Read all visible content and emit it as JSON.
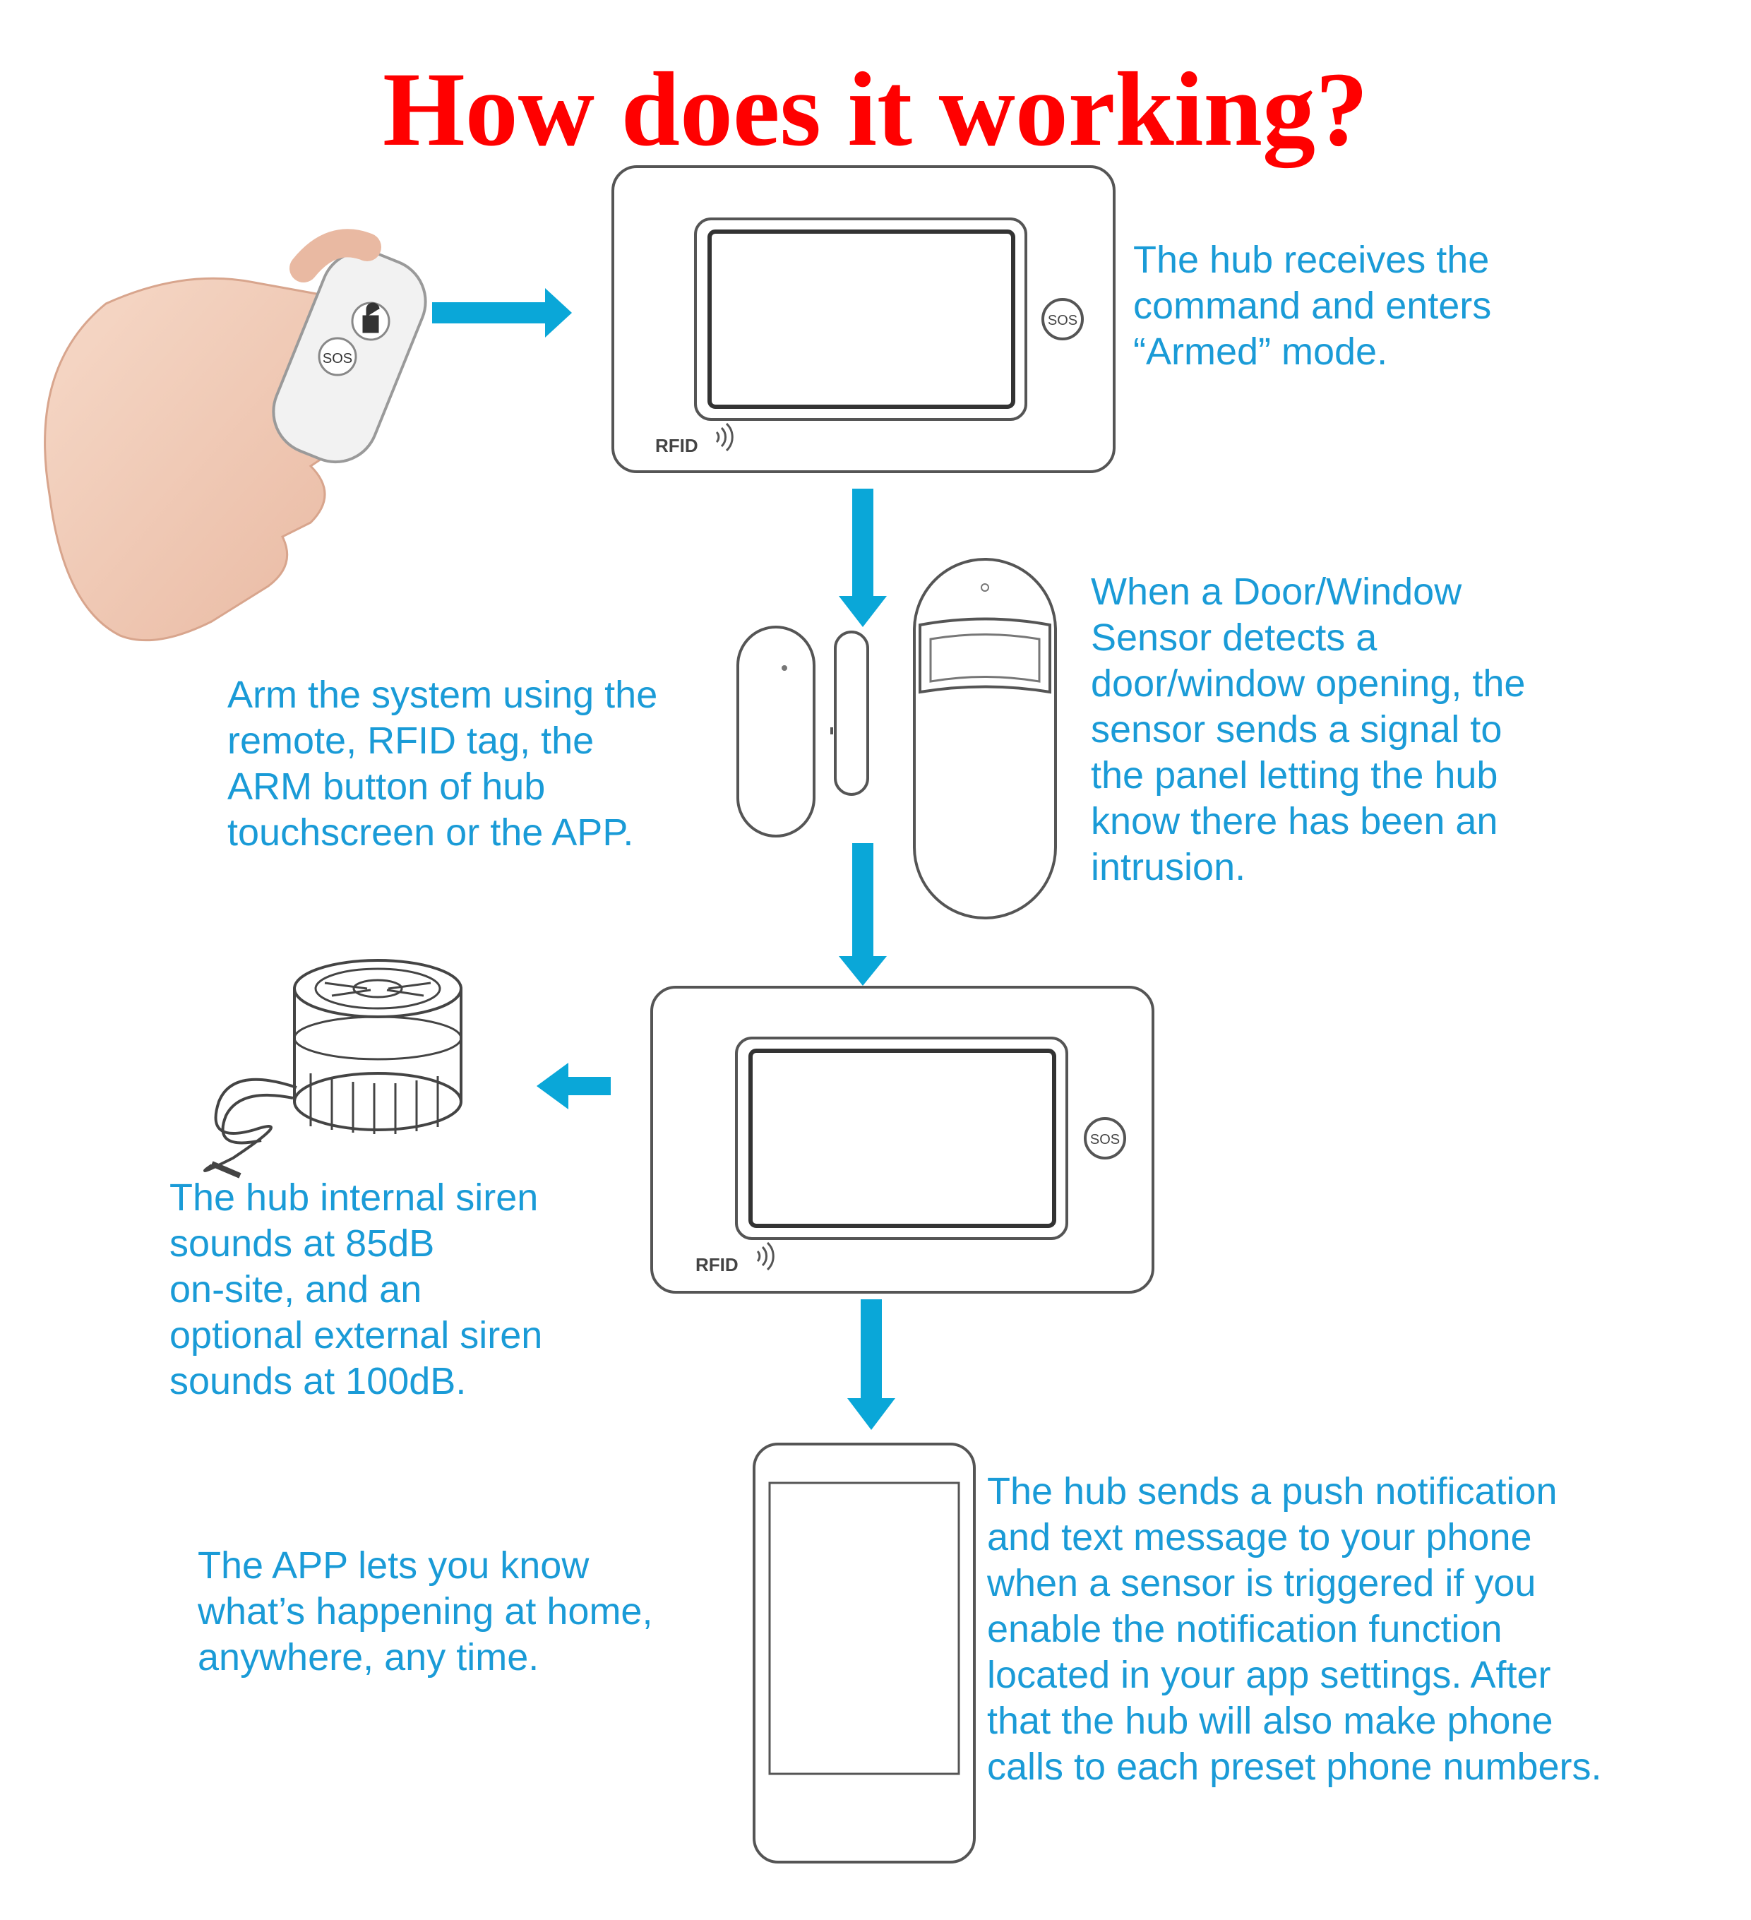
{
  "title": "How does it working?",
  "colors": {
    "title": "#ff0000",
    "text": "#1a9bd7",
    "arrow": "#0aa7d8",
    "outline": "#555555"
  },
  "steps": {
    "hub_receives": "The hub receives the\ncommand and enters\n“Armed” mode.",
    "arm_system": "Arm the system using the\nremote, RFID tag, the\nARM button of hub\ntouchscreen or the APP.",
    "sensor_detects": "When a Door/Window\nSensor detects a\ndoor/window opening, the\nsensor sends a signal to\nthe panel letting the hub\nknow there has been an\nintrusion.",
    "siren": "The hub internal siren\nsounds at 85dB\non-site, and an\noptional external siren\nsounds at 100dB.",
    "app_info": "The APP lets you know\nwhat’s happening at home,\nanywhere, any time.",
    "notification": "The hub sends a push notification\nand text message to your phone\nwhen a sensor is triggered if you\nenable the notification function\nlocated in your app settings. After\nthat the hub will also make phone\ncalls to each preset phone numbers."
  },
  "hub_top": {
    "rfid_label": "RFID",
    "sos_label": "SOS"
  },
  "hub_bottom": {
    "rfid_label": "RFID",
    "sos_label": "SOS"
  },
  "remote": {
    "sos_label": "SOS"
  },
  "icons": [
    "hand-remote-icon",
    "hub-panel-icon",
    "door-sensor-icon",
    "pir-sensor-icon",
    "siren-icon",
    "phone-icon",
    "arrow-icon"
  ]
}
